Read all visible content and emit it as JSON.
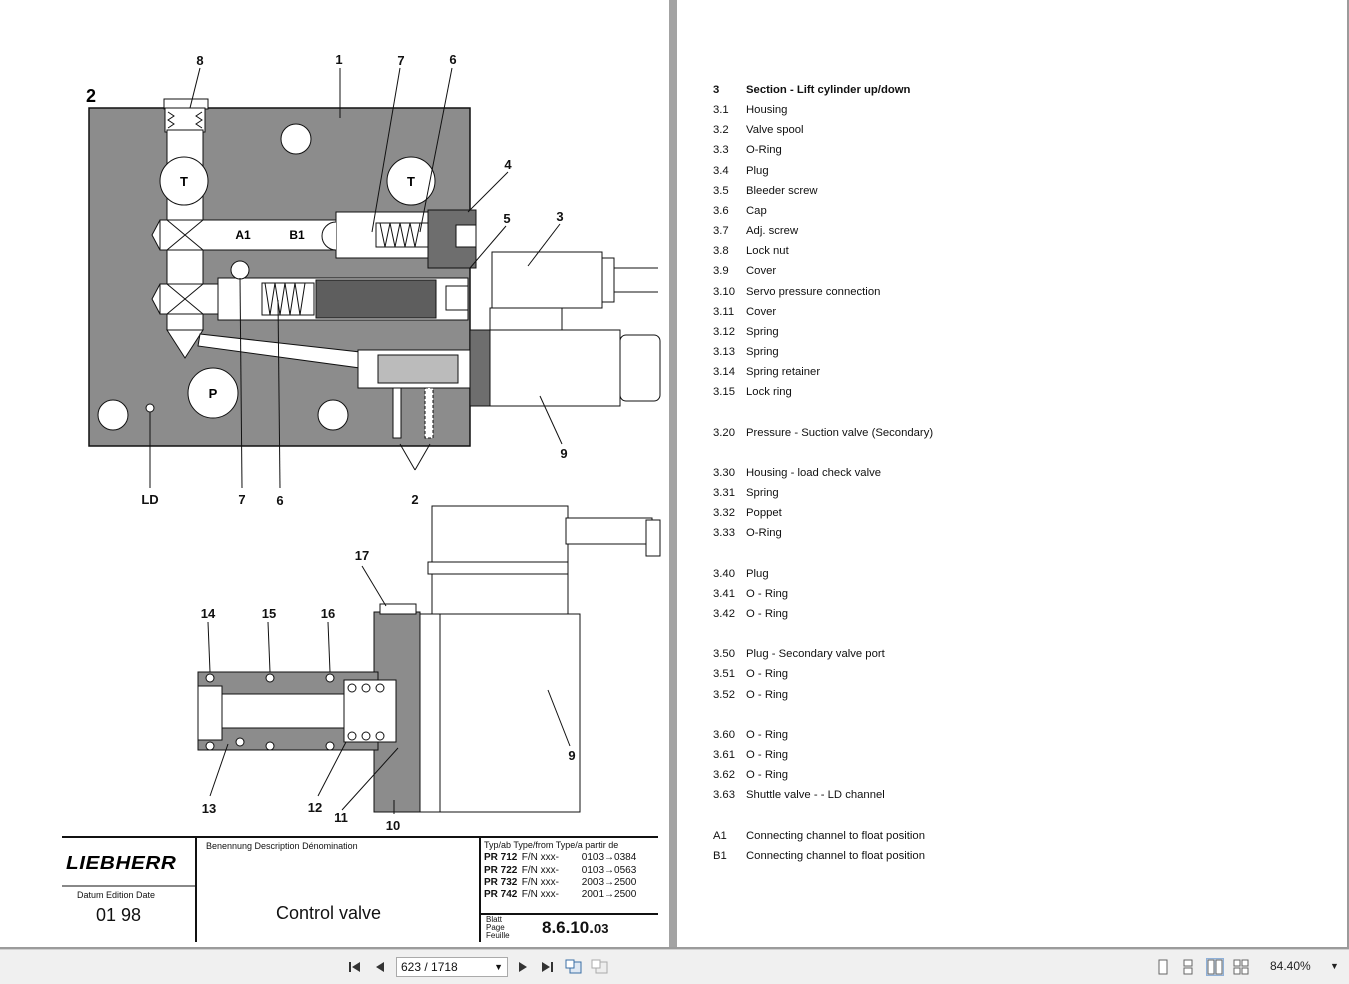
{
  "drawing": {
    "figure_number": "2",
    "callouts_top": [
      "8",
      "1",
      "7",
      "6",
      "4",
      "5",
      "3",
      "9",
      "LD",
      "7",
      "6",
      "2"
    ],
    "port_labels": {
      "t": "T",
      "p": "P",
      "a1": "A1",
      "b1": "B1"
    },
    "callouts_bottom": [
      "17",
      "14",
      "15",
      "16",
      "9",
      "13",
      "12",
      "11",
      "10"
    ]
  },
  "title_block": {
    "brand": "LIEBHERR",
    "date_label": "Datum  Edition  Date",
    "date_value": "01  98",
    "description_label": "Benennung  Description  Dénomination",
    "title": "Control valve",
    "type_header": "Typ/ab     Type/from     Type/a partir de",
    "types": [
      {
        "model": "PR 712",
        "fn": "F/N xxx-",
        "range": "0103→0384"
      },
      {
        "model": "PR 722",
        "fn": "F/N xxx-",
        "range": "0103→0563"
      },
      {
        "model": "PR 732",
        "fn": "F/N xxx-",
        "range": "2003→2500"
      },
      {
        "model": "PR 742",
        "fn": "F/N xxx-",
        "range": "2001→2500"
      }
    ],
    "page_label_1": "Blatt",
    "page_label_2": "Page",
    "page_label_3": "Feuille",
    "page_code": "8.6.10.",
    "page_code_suffix": "03"
  },
  "parts_list": [
    {
      "num": "3",
      "label": "Section - Lift cylinder up/down",
      "bold": true
    },
    {
      "num": "3.1",
      "label": "Housing"
    },
    {
      "num": "3.2",
      "label": "Valve spool"
    },
    {
      "num": "3.3",
      "label": "O-Ring"
    },
    {
      "num": "3.4",
      "label": "Plug"
    },
    {
      "num": "3.5",
      "label": "Bleeder screw"
    },
    {
      "num": "3.6",
      "label": "Cap"
    },
    {
      "num": "3.7",
      "label": "Adj. screw"
    },
    {
      "num": "3.8",
      "label": "Lock nut"
    },
    {
      "num": "3.9",
      "label": "Cover"
    },
    {
      "num": "3.10",
      "label": "Servo pressure connection"
    },
    {
      "num": "3.11",
      "label": "Cover"
    },
    {
      "num": "3.12",
      "label": "Spring"
    },
    {
      "num": "3.13",
      "label": "Spring"
    },
    {
      "num": "3.14",
      "label": "Spring retainer"
    },
    {
      "num": "3.15",
      "label": "Lock ring"
    },
    {
      "num": "",
      "label": ""
    },
    {
      "num": "3.20",
      "label": "Pressure  - Suction valve  (Secondary)"
    },
    {
      "num": "",
      "label": ""
    },
    {
      "num": "3.30",
      "label": "Housing - load check valve"
    },
    {
      "num": "3.31",
      "label": "Spring"
    },
    {
      "num": "3.32",
      "label": "Poppet"
    },
    {
      "num": "3.33",
      "label": "O-Ring"
    },
    {
      "num": "",
      "label": ""
    },
    {
      "num": "3.40",
      "label": "Plug"
    },
    {
      "num": "3.41",
      "label": "O - Ring"
    },
    {
      "num": "3.42",
      "label": "O - Ring"
    },
    {
      "num": "",
      "label": ""
    },
    {
      "num": "3.50",
      "label": "Plug - Secondary valve port"
    },
    {
      "num": "3.51",
      "label": "O - Ring"
    },
    {
      "num": "3.52",
      "label": "O - Ring"
    },
    {
      "num": "",
      "label": ""
    },
    {
      "num": "3.60",
      "label": "O - Ring"
    },
    {
      "num": "3.61",
      "label": "O - Ring"
    },
    {
      "num": "3.62",
      "label": "O - Ring"
    },
    {
      "num": "3.63",
      "label": "Shuttle valve -  - LD channel"
    },
    {
      "num": "",
      "label": ""
    },
    {
      "num": "A1",
      "label": "Connecting channel to float position"
    },
    {
      "num": "B1",
      "label": "Connecting channel to float position"
    }
  ],
  "toolbar": {
    "page_indicator": "623 / 1718",
    "zoom": "84.40%",
    "icons": [
      "first-page-icon",
      "prev-page-icon",
      "next-page-icon",
      "last-page-icon",
      "rotate-icon",
      "snapshot-icon"
    ],
    "view_modes": [
      "single-page-icon",
      "continuous-icon",
      "two-page-icon",
      "two-page-continuous-icon"
    ],
    "active_view": "two-page-icon"
  }
}
